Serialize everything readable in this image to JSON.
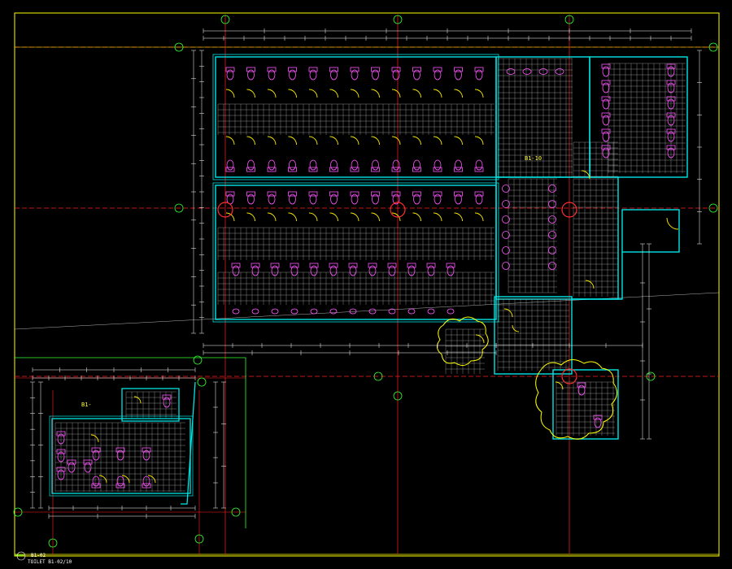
{
  "drawing": {
    "background": "#000000",
    "colors": {
      "frame": "#ffff00",
      "grid_axis": "#ff2020",
      "grid_bubble": "#33ff33",
      "wall": "#00e5e5",
      "fixture": "#ff55ff",
      "tile": "#c8c8c8",
      "door": "#ffee00",
      "dimension": "#ffffff",
      "revision_cloud": "#ffff00"
    },
    "room_labels": {
      "main": "B1-10",
      "small": "B1-"
    },
    "title_block": {
      "line1": "B1-02",
      "line2": "TOILET B1-02/10"
    }
  }
}
